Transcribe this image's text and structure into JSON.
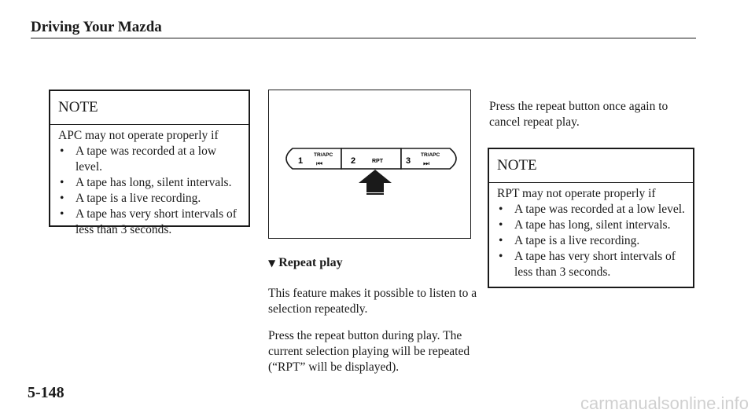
{
  "header": {
    "title": "Driving Your Mazda"
  },
  "note_left": {
    "title": "NOTE",
    "intro": "APC may not operate properly if",
    "items": [
      "A tape was recorded at a low level.",
      "A tape has long, silent intervals.",
      "A tape is a live recording.",
      "A tape has very short intervals of less than 3 seconds."
    ]
  },
  "figure": {
    "button1": {
      "number": "1",
      "label": "TR/APC",
      "symbol": "⏮"
    },
    "button2": {
      "number": "2",
      "label": "RPT"
    },
    "button3": {
      "number": "3",
      "label": "TR/APC",
      "symbol": "⏭"
    }
  },
  "section": {
    "heading_marker": "▼",
    "heading": "Repeat play",
    "para1": "This feature makes it possible to listen to a selection repeatedly.",
    "para2": "Press the repeat button during play. The current selection playing will be repeated (“RPT” will be displayed)."
  },
  "right": {
    "para": "Press the repeat button once again to cancel repeat play."
  },
  "note_right": {
    "title": "NOTE",
    "intro": "RPT may not operate properly if",
    "items": [
      "A  tape was recorded at a low level.",
      "A tape has long, silent intervals.",
      "A tape is a live recording.",
      "A tape has very short intervals of less than 3 seconds."
    ]
  },
  "page_number": "5-148",
  "watermark": "carmanualsonline.info"
}
